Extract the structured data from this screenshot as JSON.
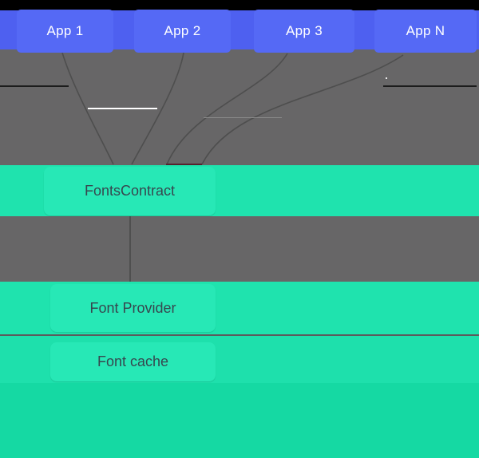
{
  "diagram": {
    "apps": [
      {
        "label": "App 1"
      },
      {
        "label": "App 2"
      },
      {
        "label": "App 3"
      },
      {
        "label": "App N"
      }
    ],
    "layers": {
      "fonts_contract": {
        "label": "FontsContract"
      },
      "font_provider": {
        "label": "Font Provider"
      },
      "font_cache": {
        "label": "Font cache"
      }
    },
    "colors": {
      "top_strip": "#000000",
      "app_bar": "#4E60F0",
      "app_box": "#5569F5",
      "app_label": "#FFFFFF",
      "background_gray": "#676667",
      "funnel_line": "#4E4E4E",
      "teal_band": "#1FE3AE",
      "teal_box": "#27E8B6",
      "teal_band_lower": "#1EE0AC",
      "teal_bottom_band": "#15D9A3",
      "layer_label": "#37474F"
    }
  }
}
